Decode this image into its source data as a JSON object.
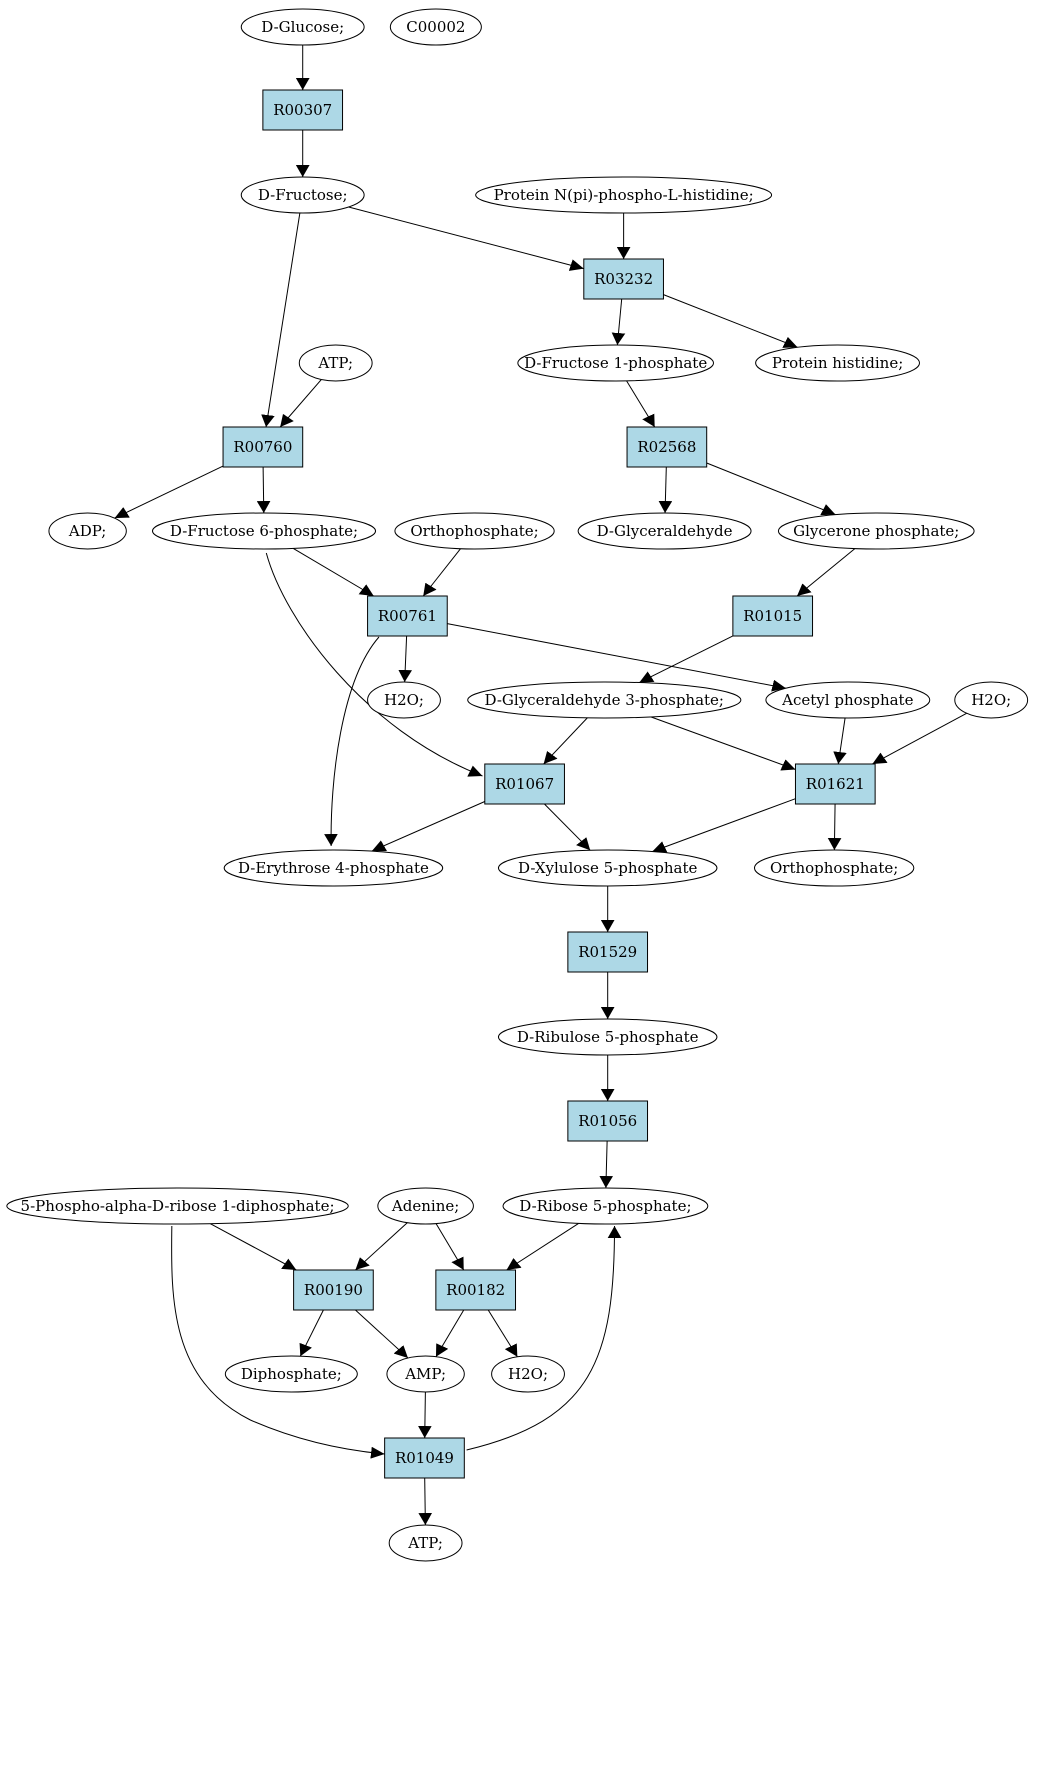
{
  "colors": {
    "reaction_fill": "#add8e6",
    "compound_fill": "#ffffff",
    "start_fill": "#00ee00",
    "marker_fill": "#ffff00"
  },
  "compounds": [
    {
      "id": "glucose",
      "label": "D-Glucose;",
      "fill": "#00ee00"
    },
    {
      "id": "c00002",
      "label": "C00002",
      "fill": "#ffff00"
    },
    {
      "id": "fructose",
      "label": "D-Fructose;"
    },
    {
      "id": "protein_nphospho",
      "label": "Protein N(pi)-phospho-L-histidine;"
    },
    {
      "id": "atp1",
      "label": "ATP;"
    },
    {
      "id": "fru1p",
      "label": "D-Fructose 1-phosphate"
    },
    {
      "id": "protein_his",
      "label": "Protein histidine;"
    },
    {
      "id": "adp",
      "label": "ADP;"
    },
    {
      "id": "fru6p",
      "label": "D-Fructose 6-phosphate;"
    },
    {
      "id": "orthophos1",
      "label": "Orthophosphate;"
    },
    {
      "id": "glyceraldehyde",
      "label": "D-Glyceraldehyde"
    },
    {
      "id": "glycerone_p",
      "label": "Glycerone phosphate;"
    },
    {
      "id": "h2o1",
      "label": "H2O;"
    },
    {
      "id": "g3p",
      "label": "D-Glyceraldehyde 3-phosphate;"
    },
    {
      "id": "acetyl_p",
      "label": "Acetyl phosphate"
    },
    {
      "id": "h2o2",
      "label": "H2O;"
    },
    {
      "id": "e4p",
      "label": "D-Erythrose 4-phosphate"
    },
    {
      "id": "xu5p",
      "label": "D-Xylulose 5-phosphate"
    },
    {
      "id": "orthophos2",
      "label": "Orthophosphate;"
    },
    {
      "id": "ru5p",
      "label": "D-Ribulose 5-phosphate"
    },
    {
      "id": "prpp",
      "label": "5-Phospho-alpha-D-ribose 1-diphosphate;"
    },
    {
      "id": "adenine",
      "label": "Adenine;"
    },
    {
      "id": "r5p",
      "label": "D-Ribose 5-phosphate;"
    },
    {
      "id": "diphosphate",
      "label": "Diphosphate;"
    },
    {
      "id": "amp",
      "label": "AMP;"
    },
    {
      "id": "h2o3",
      "label": "H2O;"
    },
    {
      "id": "atp2",
      "label": "ATP;"
    }
  ],
  "reactions": [
    {
      "id": "R00307",
      "label": "R00307"
    },
    {
      "id": "R03232",
      "label": "R03232"
    },
    {
      "id": "R00760",
      "label": "R00760"
    },
    {
      "id": "R02568",
      "label": "R02568"
    },
    {
      "id": "R00761",
      "label": "R00761"
    },
    {
      "id": "R01015",
      "label": "R01015"
    },
    {
      "id": "R01067",
      "label": "R01067"
    },
    {
      "id": "R01621",
      "label": "R01621"
    },
    {
      "id": "R01529",
      "label": "R01529"
    },
    {
      "id": "R01056",
      "label": "R01056"
    },
    {
      "id": "R00190",
      "label": "R00190"
    },
    {
      "id": "R00182",
      "label": "R00182"
    },
    {
      "id": "R01049",
      "label": "R01049"
    }
  ],
  "edges": [
    {
      "from": "glucose",
      "to": "R00307"
    },
    {
      "from": "R00307",
      "to": "fructose"
    },
    {
      "from": "fructose",
      "to": "R03232"
    },
    {
      "from": "protein_nphospho",
      "to": "R03232"
    },
    {
      "from": "R03232",
      "to": "fru1p"
    },
    {
      "from": "R03232",
      "to": "protein_his"
    },
    {
      "from": "fructose",
      "to": "R00760"
    },
    {
      "from": "atp1",
      "to": "R00760"
    },
    {
      "from": "R00760",
      "to": "adp"
    },
    {
      "from": "R00760",
      "to": "fru6p"
    },
    {
      "from": "fru1p",
      "to": "R02568"
    },
    {
      "from": "R02568",
      "to": "glyceraldehyde"
    },
    {
      "from": "R02568",
      "to": "glycerone_p"
    },
    {
      "from": "fru6p",
      "to": "R00761"
    },
    {
      "from": "orthophos1",
      "to": "R00761"
    },
    {
      "from": "R00761",
      "to": "h2o1"
    },
    {
      "from": "R00761",
      "to": "acetyl_p"
    },
    {
      "from": "R00761",
      "to": "e4p"
    },
    {
      "from": "glycerone_p",
      "to": "R01015"
    },
    {
      "from": "R01015",
      "to": "g3p"
    },
    {
      "from": "fru6p",
      "to": "R01067"
    },
    {
      "from": "g3p",
      "to": "R01067"
    },
    {
      "from": "R01067",
      "to": "e4p"
    },
    {
      "from": "R01067",
      "to": "xu5p"
    },
    {
      "from": "g3p",
      "to": "R01621"
    },
    {
      "from": "acetyl_p",
      "to": "R01621"
    },
    {
      "from": "h2o2",
      "to": "R01621"
    },
    {
      "from": "R01621",
      "to": "xu5p"
    },
    {
      "from": "R01621",
      "to": "orthophos2"
    },
    {
      "from": "xu5p",
      "to": "R01529"
    },
    {
      "from": "R01529",
      "to": "ru5p"
    },
    {
      "from": "ru5p",
      "to": "R01056"
    },
    {
      "from": "R01056",
      "to": "r5p"
    },
    {
      "from": "prpp",
      "to": "R00190"
    },
    {
      "from": "adenine",
      "to": "R00190"
    },
    {
      "from": "adenine",
      "to": "R00182"
    },
    {
      "from": "r5p",
      "to": "R00182"
    },
    {
      "from": "R00190",
      "to": "diphosphate"
    },
    {
      "from": "R00190",
      "to": "amp"
    },
    {
      "from": "R00182",
      "to": "amp"
    },
    {
      "from": "R00182",
      "to": "h2o3"
    },
    {
      "from": "prpp",
      "to": "R01049"
    },
    {
      "from": "amp",
      "to": "R01049"
    },
    {
      "from": "R01049",
      "to": "r5p"
    },
    {
      "from": "R01049",
      "to": "atp2"
    }
  ]
}
